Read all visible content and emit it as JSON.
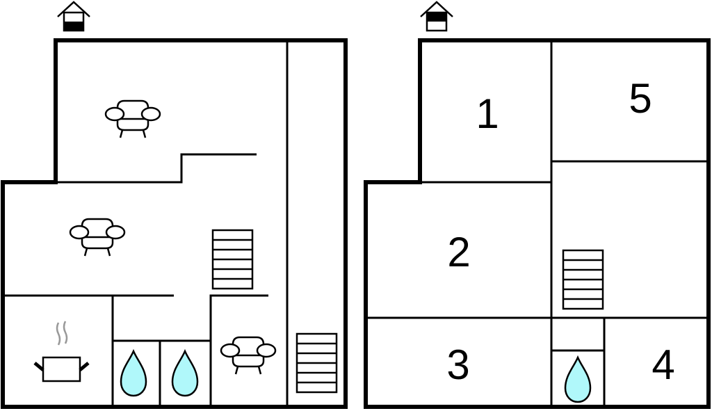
{
  "floor_plans": [
    {
      "name": "ground-floor",
      "floor_indicator": "house-icon-lower-floor",
      "rooms": [
        {
          "type": "living-room",
          "icon": "sofa-icon"
        },
        {
          "type": "living-room",
          "icon": "sofa-icon"
        },
        {
          "type": "living-room",
          "icon": "sofa-icon"
        },
        {
          "type": "kitchen",
          "icon": "cooking-pot-icon"
        },
        {
          "type": "bathroom",
          "icon": "water-drop-icon"
        },
        {
          "type": "bathroom",
          "icon": "water-drop-icon"
        },
        {
          "type": "stairs",
          "icon": "stairs-icon"
        },
        {
          "type": "stairs",
          "icon": "stairs-icon"
        }
      ]
    },
    {
      "name": "upper-floor",
      "floor_indicator": "house-icon-upper-floor",
      "rooms": [
        {
          "label": "1",
          "type": "bedroom"
        },
        {
          "label": "2",
          "type": "bedroom"
        },
        {
          "label": "3",
          "type": "bedroom"
        },
        {
          "label": "4",
          "type": "bedroom"
        },
        {
          "label": "5",
          "type": "bedroom"
        },
        {
          "type": "bathroom",
          "icon": "water-drop-icon"
        },
        {
          "type": "stairs",
          "icon": "stairs-icon"
        }
      ]
    }
  ],
  "colors": {
    "wall": "#000000",
    "water": "#b0f8fa",
    "steam": "#999999",
    "background": "#ffffff"
  }
}
